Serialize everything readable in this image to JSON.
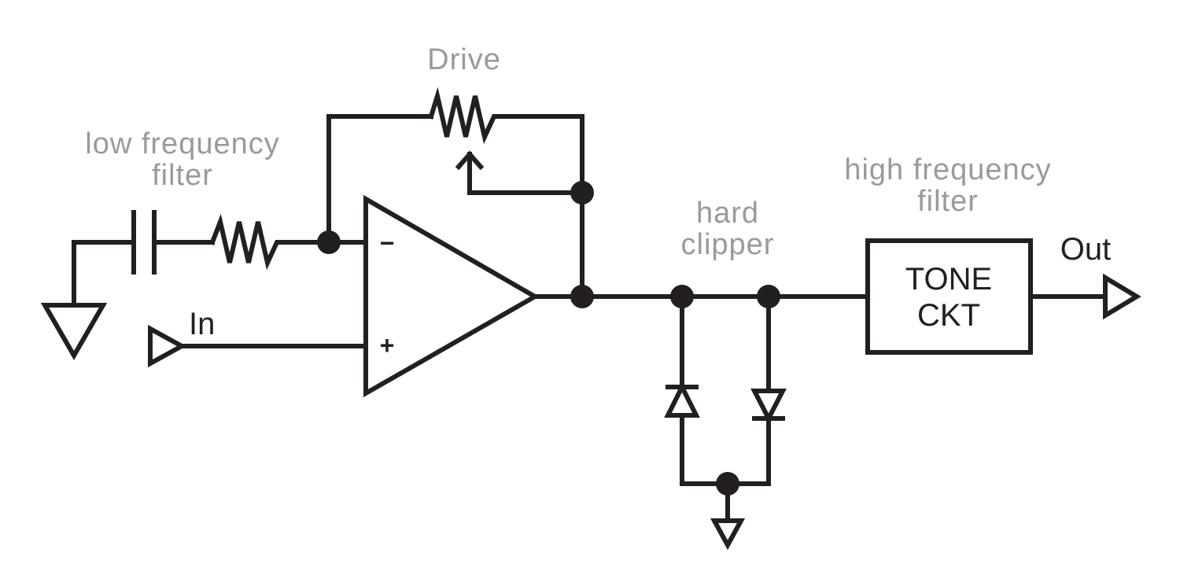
{
  "labels": {
    "drive": "Drive",
    "low_freq_line1": "low frequency",
    "low_freq_line2": "filter",
    "high_freq_line1": "high frequency",
    "high_freq_line2": "filter",
    "clipper_line1": "hard",
    "clipper_line2": "clipper",
    "input": "In",
    "output": "Out",
    "tone_line1": "TONE",
    "tone_line2": "CKT",
    "opamp_minus": "−",
    "opamp_plus": "+"
  },
  "colors": {
    "line": "#231f20",
    "annotation": "#9a9a9a",
    "background": "#ffffff"
  }
}
